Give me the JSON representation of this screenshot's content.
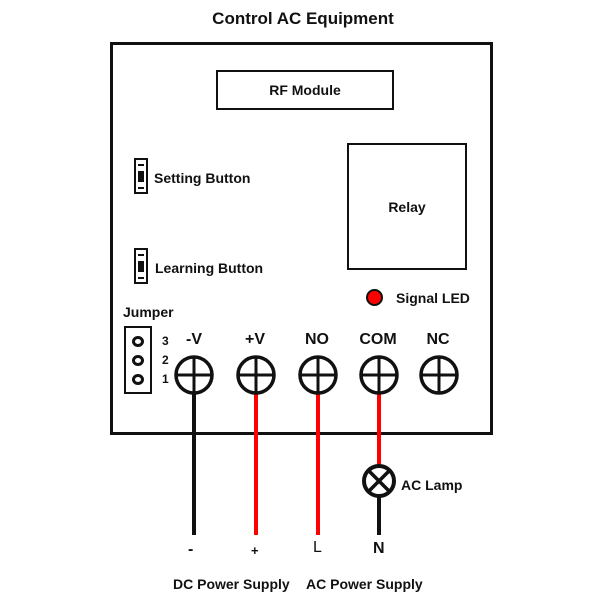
{
  "title": "Control AC Equipment",
  "board": {
    "rf_module": "RF Module",
    "relay": "Relay",
    "signal_led": {
      "label": "Signal LED",
      "color": "#ff0000"
    },
    "buttons": [
      {
        "label": "Setting Button"
      },
      {
        "label": "Learning Button"
      }
    ],
    "jumper": {
      "label": "Jumper",
      "pins": [
        "3",
        "2",
        "1"
      ]
    },
    "terminals": [
      {
        "label": "-V",
        "wire_color": "#111111"
      },
      {
        "label": "+V",
        "wire_color": "#ff0000"
      },
      {
        "label": "NO",
        "wire_color": "#ff0000"
      },
      {
        "label": "COM",
        "wire_color": "#ff0000"
      },
      {
        "label": "NC",
        "wire_color": null
      }
    ]
  },
  "wire_ends": [
    "-",
    "+",
    "L",
    "N"
  ],
  "lamp": {
    "label": "AC Lamp"
  },
  "supplies": {
    "dc": "DC Power Supply",
    "ac": "AC Power Supply"
  },
  "colors": {
    "line": "#111111",
    "live_wire": "#ff0000"
  }
}
